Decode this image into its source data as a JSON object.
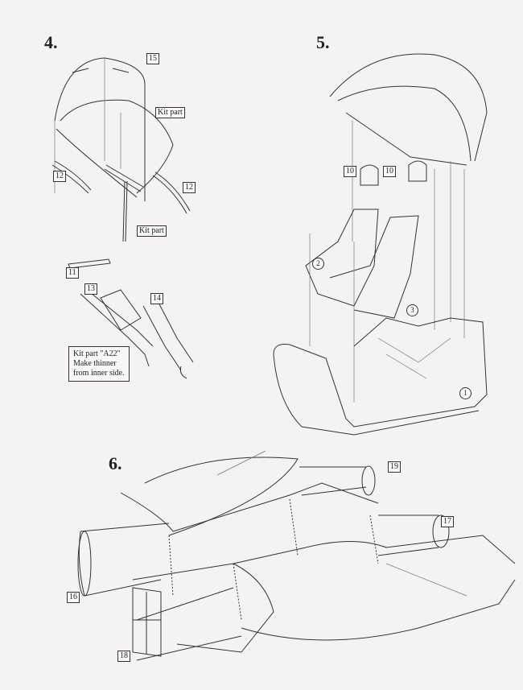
{
  "steps": [
    {
      "number": "4."
    },
    {
      "number": "5."
    },
    {
      "number": "6."
    }
  ],
  "step4": {
    "part_15": "15",
    "kit_part_upper": "Kit part",
    "part_12_left": "12",
    "part_12_right": "12",
    "kit_part_lower": "Kit part",
    "part_11": "11",
    "part_13": "13",
    "part_14": "14",
    "note_line1": "Kit part \"A22\"",
    "note_line2": "Make thinner",
    "note_line3": "from inner side."
  },
  "step5": {
    "part_10_left": "10",
    "part_10_right": "10",
    "part_2": "2",
    "part_3": "3",
    "part_1": "1"
  },
  "step6": {
    "part_19": "19",
    "part_17": "17",
    "part_16": "16",
    "part_18": "18"
  }
}
